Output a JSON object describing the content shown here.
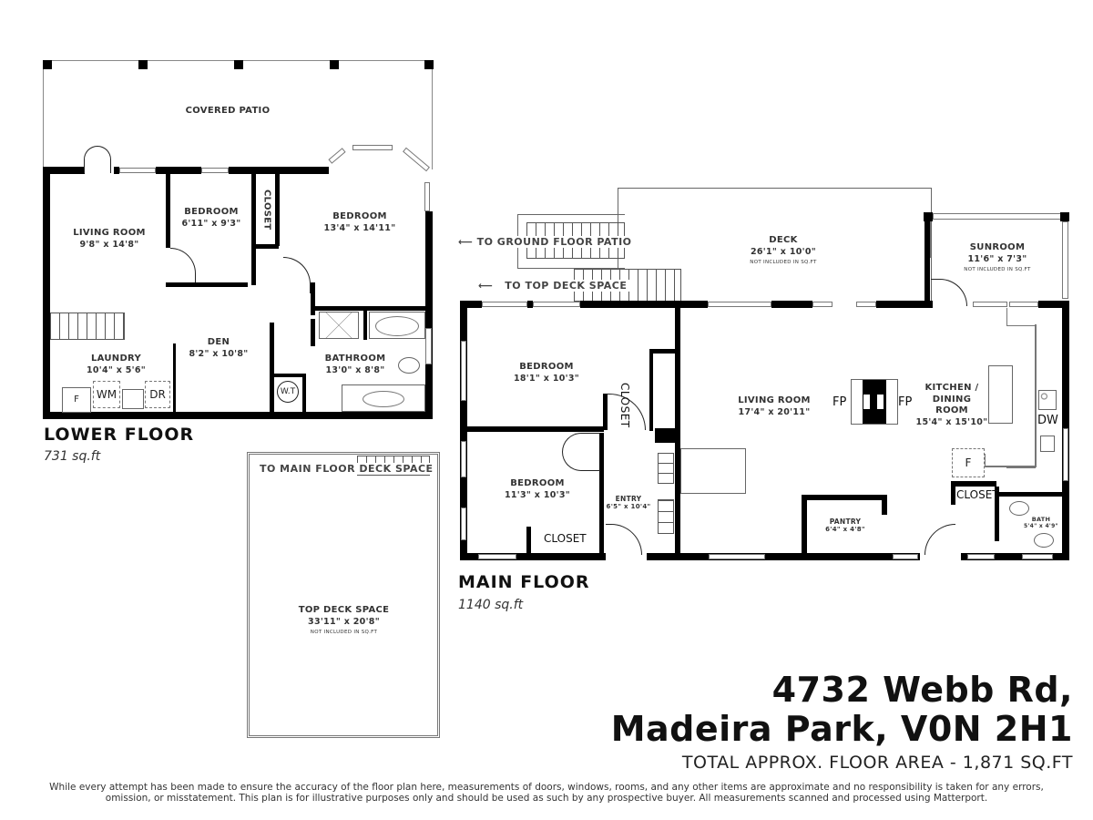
{
  "property": {
    "address_line1": "4732 Webb Rd,",
    "address_line2": "Madeira Park, V0N 2H1",
    "total_area": "TOTAL APPROX. FLOOR AREA - 1,871 SQ.FT"
  },
  "floors": {
    "lower": {
      "title": "LOWER FLOOR",
      "area": "731 sq.ft",
      "rooms": {
        "covered_patio": {
          "name": "COVERED PATIO"
        },
        "living_room": {
          "name": "LIVING ROOM",
          "dims": "9'8\" x 14'8\""
        },
        "bedroom_small": {
          "name": "BEDROOM",
          "dims": "6'11\" x 9'3\""
        },
        "closet": {
          "name": "CLOSET"
        },
        "bedroom_large": {
          "name": "BEDROOM",
          "dims": "13'4\" x 14'11\""
        },
        "den": {
          "name": "DEN",
          "dims": "8'2\" x 10'8\""
        },
        "bathroom": {
          "name": "BATHROOM",
          "dims": "13'0\" x 8'8\""
        },
        "laundry": {
          "name": "LAUNDRY",
          "dims": "10'4\" x 5'6\""
        }
      },
      "fixtures": {
        "fridge": "F",
        "washer": "WM",
        "dryer": "DR",
        "water_tank": "W.T"
      }
    },
    "top_deck": {
      "stairs_label": "TO MAIN FLOOR DECK SPACE",
      "name": "TOP DECK SPACE",
      "dims": "33'11\" x 20'8\"",
      "note": "NOT INCLUDED IN SQ.FT"
    },
    "main": {
      "title": "MAIN FLOOR",
      "area": "1140 sq.ft",
      "stairs": {
        "to_ground": "TO GROUND FLOOR PATIO",
        "to_top": "TO TOP DECK SPACE"
      },
      "rooms": {
        "deck": {
          "name": "DECK",
          "dims": "26'1\" x 10'0\"",
          "note": "NOT INCLUDED IN SQ.FT"
        },
        "sunroom": {
          "name": "SUNROOM",
          "dims": "11'6\" x 7'3\"",
          "note": "NOT INCLUDED IN SQ.FT"
        },
        "bedroom_1": {
          "name": "BEDROOM",
          "dims": "18'1\" x 10'3\""
        },
        "bedroom_2": {
          "name": "BEDROOM",
          "dims": "11'3\" x 10'3\""
        },
        "closet_1": {
          "name": "CLOSET"
        },
        "closet_2": {
          "name": "CLOSET"
        },
        "closet_3": {
          "name": "CLOSET"
        },
        "entry": {
          "name": "ENTRY",
          "dims": "6'5\" x 10'4\""
        },
        "living_room": {
          "name": "LIVING ROOM",
          "dims": "17'4\" x 20'11\""
        },
        "kitchen": {
          "name": "KITCHEN /",
          "name2": "DINING ROOM",
          "dims": "15'4\" x 15'10\""
        },
        "pantry": {
          "name": "PANTRY",
          "dims": "6'4\" x 4'8\""
        },
        "bath": {
          "name": "BATH",
          "dims": "5'4\" x 4'9\""
        }
      },
      "fixtures": {
        "fireplace_left": "FP",
        "fireplace_right": "FP",
        "dishwasher": "DW",
        "fridge": "F"
      }
    }
  },
  "disclaimer": {
    "line1": "While every attempt has been made to ensure the accuracy of the floor plan here, measurements of doors, windows, rooms, and any other items are approximate and no responsibility is taken for any errors,",
    "line2": "omission, or misstatement. This plan is for illustrative purposes only and should be used as such by any prospective buyer. All measurements scanned and processed using Matterport."
  }
}
